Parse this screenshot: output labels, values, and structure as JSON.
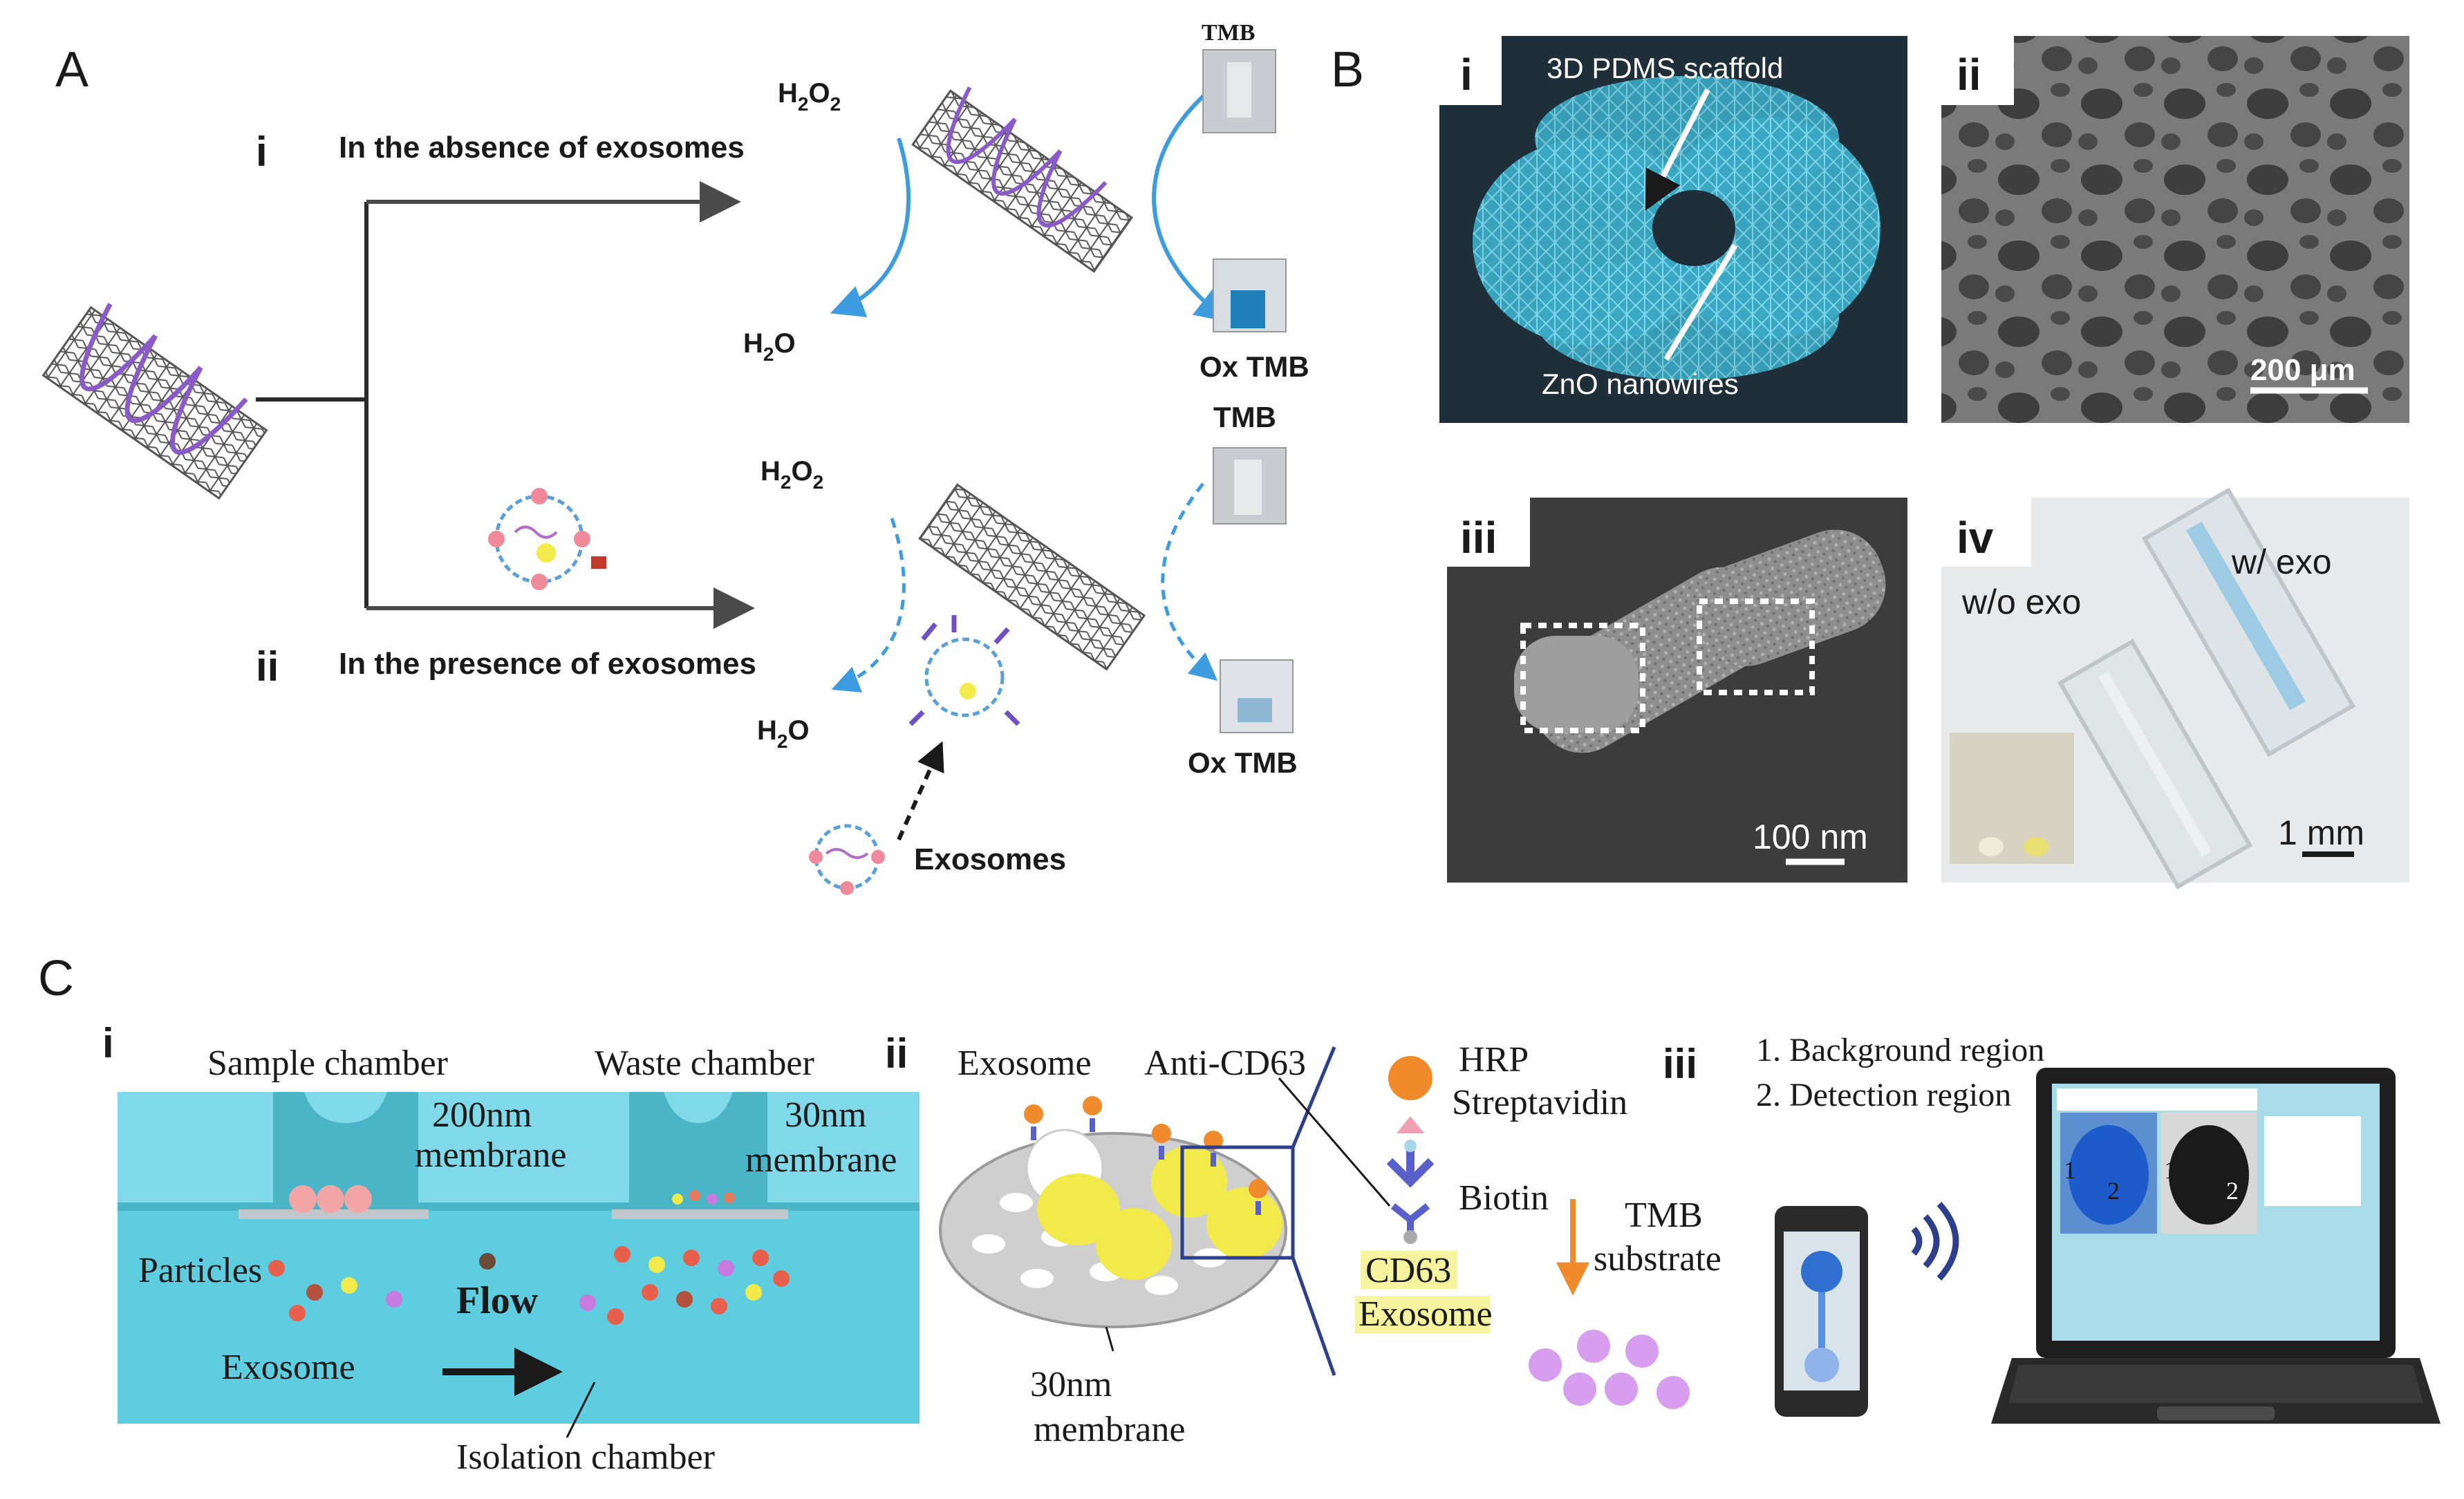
{
  "panel_letters": {
    "a": "A",
    "b": "B",
    "c": "C"
  },
  "panel_a": {
    "row_i_numeral": "i",
    "row_i_label": "In the absence of exosomes",
    "row_ii_numeral": "ii",
    "row_ii_label": "In the presence of exosomes",
    "top": {
      "h2o2_main": "H",
      "h2o2_sub1": "2",
      "h2o2_mid": "O",
      "h2o2_sub2": "2",
      "h2o_main": "H",
      "h2o_sub": "2",
      "h2o_end": "O",
      "tmb_label": "TMB",
      "oxtmb_label": "Ox TMB"
    },
    "bottom": {
      "h2o2_main": "H",
      "h2o2_sub1": "2",
      "h2o2_mid": "O",
      "h2o2_sub2": "2",
      "h2o_main": "H",
      "h2o_sub": "2",
      "h2o_end": "O",
      "tmb_label": "TMB",
      "oxtmb_label": "Ox TMB"
    },
    "exosomes_label": "Exosomes"
  },
  "panel_b": {
    "i": {
      "numeral": "i",
      "label_top": "3D PDMS scaffold",
      "label_bottom": "ZnO nanowires"
    },
    "ii": {
      "numeral": "ii",
      "scalebar": "200 μm"
    },
    "iii": {
      "numeral": "iii",
      "scalebar": "100 nm"
    },
    "iv": {
      "numeral": "iv",
      "label_left": "w/o exo",
      "label_right": "w/ exo",
      "scalebar": "1 mm"
    }
  },
  "panel_c": {
    "i": {
      "numeral": "i",
      "sample_chamber": "Sample chamber",
      "waste_chamber": "Waste chamber",
      "membrane200_a": "200nm",
      "membrane200_b": "membrane",
      "membrane30_a": "30nm",
      "membrane30_b": "membrane",
      "particles": "Particles",
      "flow": "Flow",
      "exosome": "Exosome",
      "isolation": "Isolation chamber"
    },
    "ii": {
      "numeral": "ii",
      "exosome": "Exosome",
      "anti_cd63": "Anti-CD63",
      "membrane_a": "30nm",
      "membrane_b": "membrane",
      "hrp": "HRP",
      "streptavidin": "Streptavidin",
      "biotin": "Biotin",
      "cd63": "CD63",
      "exosome_yellow": "Exosome",
      "tmb_a": "TMB",
      "tmb_b": "substrate"
    },
    "iii": {
      "numeral": "iii",
      "background_region": "1. Background region",
      "detection_region": "2. Detection region",
      "screen_num1": "1",
      "screen_num2": "2",
      "screen_num3": "1",
      "screen_num4": "2"
    }
  },
  "colors": {
    "arrow_blue": "#3d9be0",
    "text_dark": "#1a1a1a",
    "channel_cyan": "#5fcde0",
    "exosome_yellow": "#f2e94a",
    "hrp_orange": "#f08a2a",
    "tmb_purple": "#d79ef0",
    "scaffold_teal": "#3fb4cc",
    "sem_gray": "#6a6a6a"
  }
}
